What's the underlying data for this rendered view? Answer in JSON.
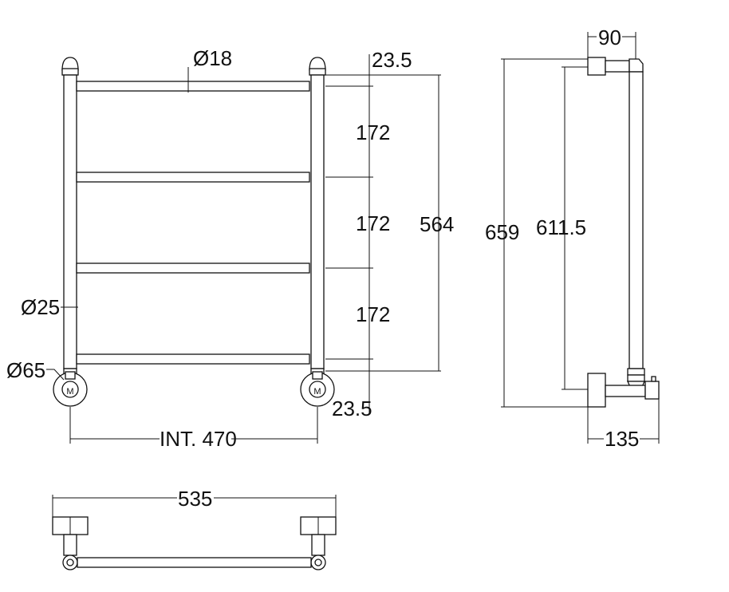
{
  "labels": {
    "rail_diameter": "Ø18",
    "post_diameter": "Ø25",
    "base_diameter": "Ø65",
    "top_offset": "23.5",
    "spacing_1": "172",
    "spacing_2": "172",
    "spacing_3": "172",
    "bar_span": "564",
    "bottom_offset": "23.5",
    "interior_width": "INT. 470",
    "overall_height": "659",
    "post_height": "611.5",
    "top_depth": "90",
    "base_depth": "135",
    "overall_width": "535"
  },
  "logo": {
    "glyph": "M"
  }
}
